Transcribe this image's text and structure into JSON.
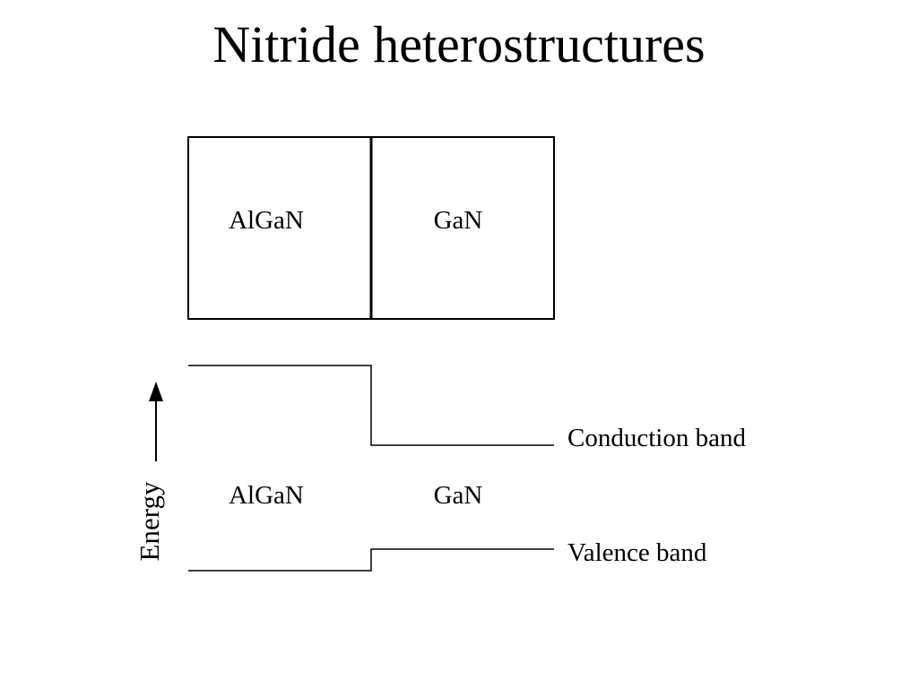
{
  "slide": {
    "title": "Nitride heterostructures"
  },
  "structure": {
    "left_layer": "AlGaN",
    "right_layer": "GaN"
  },
  "band_diagram": {
    "left_region": "AlGaN",
    "right_region": "GaN",
    "conduction_band_label": "Conduction band",
    "valence_band_label": "Valence band",
    "energy_axis_label": "Energy"
  }
}
